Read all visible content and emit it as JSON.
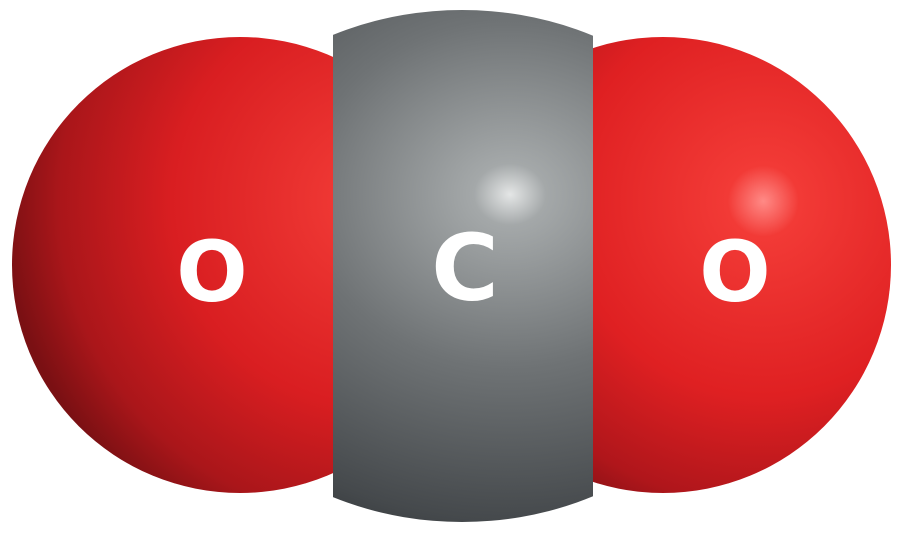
{
  "molecule": {
    "atoms": [
      {
        "symbol": "O",
        "element": "oxygen",
        "color": "#e8282a"
      },
      {
        "symbol": "C",
        "element": "carbon",
        "color": "#6b6e70"
      },
      {
        "symbol": "O",
        "element": "oxygen",
        "color": "#e8282a"
      }
    ],
    "label_color": "#ffffff"
  }
}
